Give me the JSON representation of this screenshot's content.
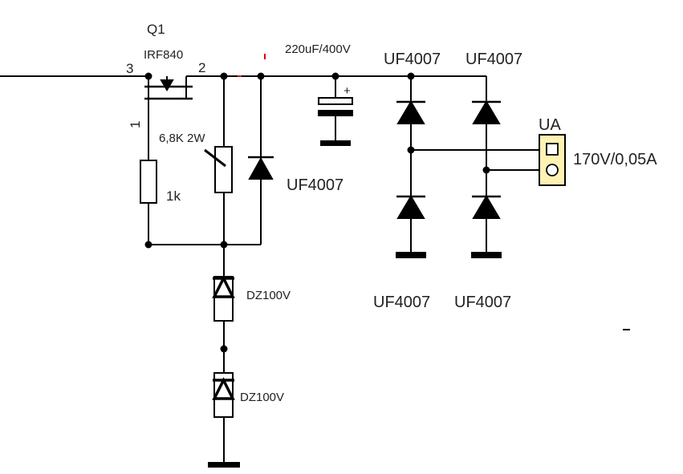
{
  "transistor": {
    "ref": "Q1",
    "part": "IRF840",
    "pin_gate": "3",
    "pin_drain": "2",
    "pin_source": "1"
  },
  "resistor_gate": {
    "value": "1k"
  },
  "resistor_drain": {
    "value": "6,8K 2W"
  },
  "diode_drain": {
    "part": "UF4007"
  },
  "capacitor": {
    "value": "220uF/400V",
    "polarity": "+"
  },
  "diodes_top": [
    "UF4007",
    "UF4007"
  ],
  "diodes_bottom": [
    "UF4007",
    "UF4007"
  ],
  "zeners": [
    "DZ100V",
    "DZ100V"
  ],
  "output": {
    "connector": "UA",
    "rating": "170V/0,05A"
  },
  "colors": {
    "wire": "#000000",
    "connector_fill": "#fff2b3",
    "accent": "#e00000"
  }
}
